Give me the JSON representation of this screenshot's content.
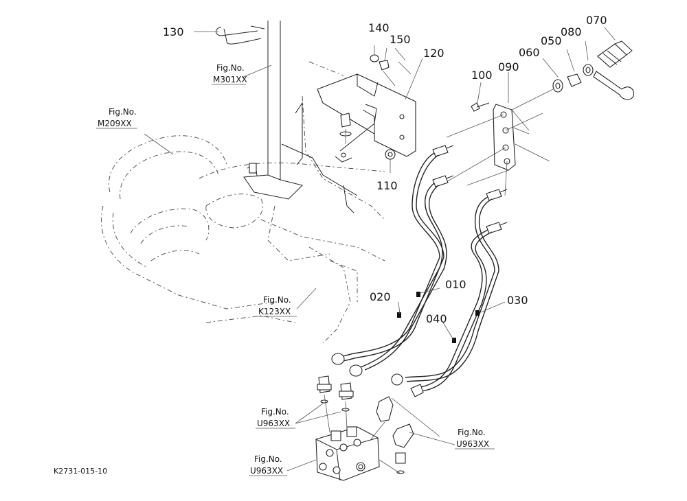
{
  "parts": {
    "p130": "130",
    "p140": "140",
    "p150": "150",
    "p120": "120",
    "p100": "100",
    "p090": "090",
    "p060": "060",
    "p050": "050",
    "p080": "080",
    "p070": "070",
    "p110": "110",
    "p020": "020",
    "p010": "010",
    "p040": "040",
    "p030": "030"
  },
  "figrefs": {
    "prefix": "Fig.No.",
    "m301": "M301XX",
    "m209": "M209XX",
    "k123": "K123XX",
    "u963_left": "U963XX",
    "u963_right": "U963XX",
    "u963_bottom": "U963XX"
  },
  "drawing_code": "K2731-015-10"
}
